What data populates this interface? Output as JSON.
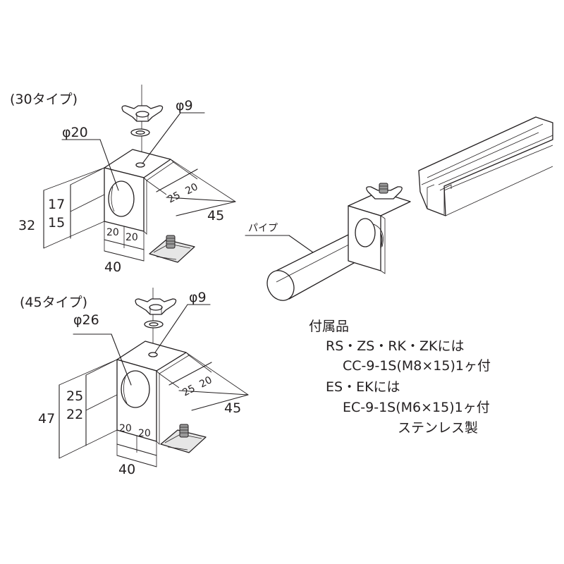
{
  "type30": {
    "title": "(30タイプ)",
    "hole_dia": "φ9",
    "pipe_dia": "φ20",
    "height_total": "32",
    "height_upper": "17",
    "height_lower": "15",
    "depth_a": "25",
    "depth_b": "20",
    "width_right": "45",
    "face_left": "20",
    "face_right": "20",
    "width_bottom": "40"
  },
  "type45": {
    "title": "(45タイプ)",
    "hole_dia": "φ9",
    "pipe_dia": "φ26",
    "height_total": "47",
    "height_upper": "25",
    "height_lower": "22",
    "depth_a": "25",
    "depth_b": "20",
    "width_right": "45",
    "face_left": "20",
    "face_right": "20",
    "width_bottom": "40"
  },
  "assembly": {
    "pipe_label": "パイプ"
  },
  "accessories": {
    "heading": "付属品",
    "line1": "RS・ZS・RK・ZKには",
    "line2": "CC-9-1S(M8×15)1ヶ付",
    "line3": "ES・EKには",
    "line4": "EC-9-1S(M6×15)1ヶ付",
    "line5": "ステンレス製"
  },
  "icons": [
    "wing-nut-icon",
    "washer-icon",
    "channel-nut-icon",
    "bracket-icon",
    "rail-icon",
    "pipe-icon"
  ]
}
